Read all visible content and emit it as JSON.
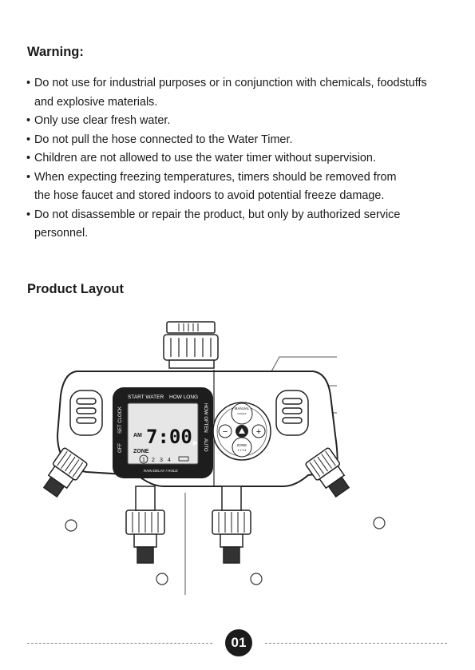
{
  "warning": {
    "title": "Warning:",
    "items": [
      {
        "line1": "Do not use for industrial purposes or in conjunction with chemicals, foodstuffs",
        "line2": "and explosive materials."
      },
      {
        "line1": "Only use clear fresh water.",
        "line2": ""
      },
      {
        "line1": "Do not pull the hose connected to the Water Timer.",
        "line2": ""
      },
      {
        "line1": "Children are not allowed to use the water timer without supervision.",
        "line2": ""
      },
      {
        "line1": "When expecting freezing temperatures, timers should be removed from",
        "line2": "the hose faucet and stored indoors to avoid potential freeze damage."
      },
      {
        "line1": "Do not disassemble or repair the product, but only by authorized service",
        "line2": "personnel."
      }
    ]
  },
  "layout": {
    "title": "Product Layout",
    "device": {
      "start_water": "START WATER",
      "how_long": "HOW LONG",
      "set_clock": "SET CLOCK",
      "how_often": "HOW OFTEN",
      "off": "OFF",
      "auto": "AUTO",
      "am": "AM",
      "time": "7:00",
      "zone": "ZONE",
      "zone_nums": [
        "1",
        "2",
        "3",
        "4"
      ],
      "rain_delay": "RAIN DELAY / HOLD",
      "manual": "MANUAL",
      "on_off": "ON/OFF",
      "zone_btn": "ZONE",
      "zone_btn_nums": "1 2 3 4",
      "minus": "−",
      "plus": "+"
    }
  },
  "footer": {
    "page": "01"
  }
}
